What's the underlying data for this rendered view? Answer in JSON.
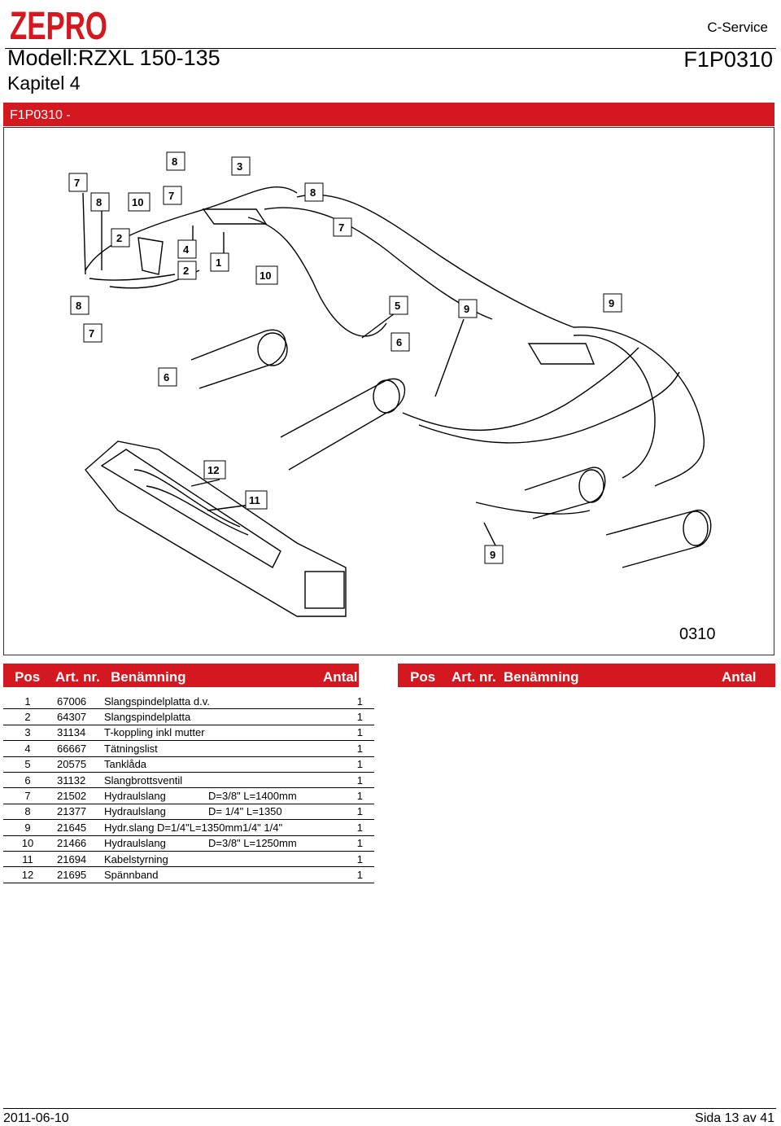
{
  "header": {
    "logo_text": "ZEPRO",
    "service": "C-Service",
    "model": "Modell:RZXL 150-135",
    "chapter": "Kapitel 4",
    "doc_number": "F1P0310",
    "section_title": "F1P0310 -"
  },
  "figure": {
    "code": "0310",
    "callouts": [
      "8",
      "3",
      "7",
      "8",
      "10",
      "7",
      "8",
      "7",
      "2",
      "4",
      "2",
      "1",
      "10",
      "8",
      "5",
      "9",
      "9",
      "7",
      "6",
      "6",
      "12",
      "11",
      "9"
    ]
  },
  "table_headers": {
    "pos": "Pos",
    "art": "Art. nr.",
    "name": "Benämning",
    "qty": "Antal"
  },
  "parts": [
    {
      "pos": "1",
      "art": "67006",
      "name": "Slangspindelplatta d.v.",
      "spec": "",
      "qty": "1"
    },
    {
      "pos": "2",
      "art": "64307",
      "name": "Slangspindelplatta",
      "spec": "",
      "qty": "1"
    },
    {
      "pos": "3",
      "art": "31134",
      "name": "T-koppling inkl mutter",
      "spec": "",
      "qty": "1"
    },
    {
      "pos": "4",
      "art": "66667",
      "name": "Tätningslist",
      "spec": "",
      "qty": "1"
    },
    {
      "pos": "5",
      "art": "20575",
      "name": "Tanklåda",
      "spec": "",
      "qty": "1"
    },
    {
      "pos": "6",
      "art": "31132",
      "name": "Slangbrottsventil",
      "spec": "",
      "qty": "1"
    },
    {
      "pos": "7",
      "art": "21502",
      "name": "Hydraulslang",
      "spec": "D=3/8\" L=1400mm",
      "qty": "1"
    },
    {
      "pos": "8",
      "art": "21377",
      "name": "Hydraulslang",
      "spec": "D= 1/4\" L=1350",
      "qty": "1"
    },
    {
      "pos": "9",
      "art": "21645",
      "name": "Hydr.slang D=1/4\"L=1350mm1/4\" 1/4\"",
      "spec": "",
      "qty": "1"
    },
    {
      "pos": "10",
      "art": "21466",
      "name": "Hydraulslang",
      "spec": "D=3/8\" L=1250mm",
      "qty": "1"
    },
    {
      "pos": "11",
      "art": "21694",
      "name": "Kabelstyrning",
      "spec": "",
      "qty": "1"
    },
    {
      "pos": "12",
      "art": "21695",
      "name": "Spännband",
      "spec": "",
      "qty": "1"
    }
  ],
  "footer": {
    "date": "2011-06-10",
    "page": "Sida 13 av 41"
  },
  "colors": {
    "accent": "#d4181f"
  }
}
